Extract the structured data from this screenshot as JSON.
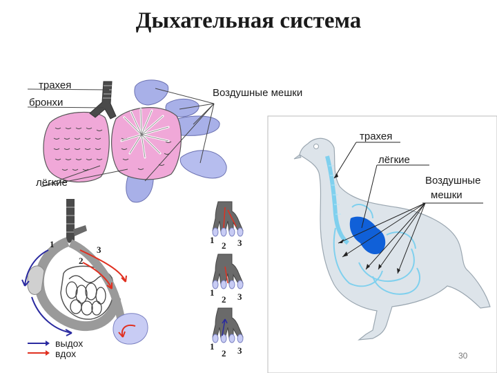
{
  "title": "Дыхательная система",
  "labels": {
    "trachea_left": "трахея",
    "bronchi": "бронхи",
    "air_sacs_top": "Воздушные мешки",
    "lungs_left": "лёгкие",
    "trachea_right": "трахея",
    "lungs_right": "лёгкие",
    "air_sacs_right_line1": "Воздушные",
    "air_sacs_right_line2": "мешки"
  },
  "cycle_numbers": {
    "left": [
      "1",
      "2",
      "3"
    ],
    "hands": [
      "1",
      "2",
      "3"
    ]
  },
  "legend": {
    "exhale": "выдох",
    "inhale": "вдох",
    "exhale_color": "#2a2aa0",
    "inhale_color": "#e03020"
  },
  "page_number": "30",
  "colors": {
    "lung_pink": "#f0a8d8",
    "air_sac_blue": "#a8b0e8",
    "bird_body": "#dde4ea",
    "bird_blue": "#7fd0ee",
    "lung_dark_blue": "#1060d8"
  }
}
